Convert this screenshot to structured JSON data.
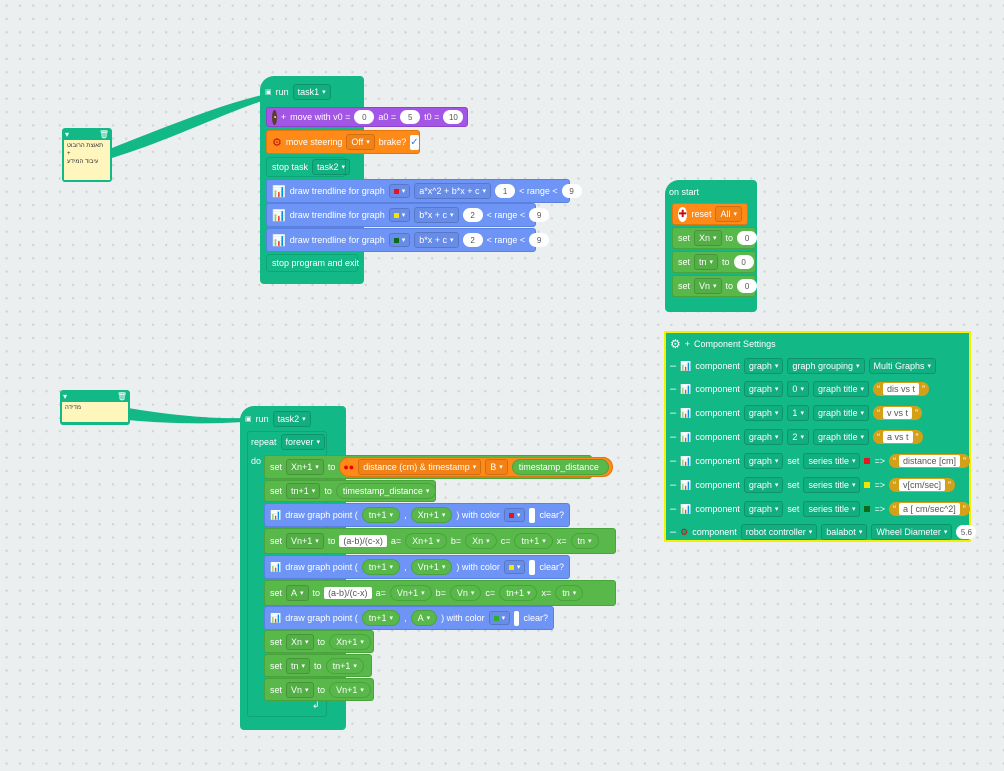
{
  "notes": [
    {
      "lines": [
        "תאוצת הרובוט",
        "+",
        "עיבוד המידע"
      ]
    },
    {
      "lines": [
        "מדידה"
      ]
    }
  ],
  "task1": {
    "run_label": "run",
    "task_name": "task1",
    "move": {
      "label": "move with v0 =",
      "v0": "0",
      "a0_label": "a0 =",
      "a0": "5",
      "t0_label": "t0 =",
      "t0": "10"
    },
    "steering": {
      "label": "move steering",
      "value": "Off",
      "brake_label": "brake?",
      "brake_checked": "✓"
    },
    "stop_task": {
      "label": "stop task",
      "value": "task2"
    },
    "trendlines": [
      {
        "label": "draw trendline for graph",
        "color": "#e8141c",
        "formula": "a*x^2 + b*x + c",
        "from": "1",
        "range_label": "< range <",
        "to": "9"
      },
      {
        "label": "draw trendline for graph",
        "color": "#f2e600",
        "formula": "b*x + c",
        "from": "2",
        "range_label": "< range <",
        "to": "9"
      },
      {
        "label": "draw trendline for graph",
        "color": "#0c6b1a",
        "formula": "b*x + c",
        "from": "2",
        "range_label": "< range <",
        "to": "9"
      }
    ],
    "stop_program": "stop program and exit"
  },
  "on_start": {
    "label": "on start",
    "reset": {
      "label": "reset",
      "value": "All"
    },
    "sets": [
      {
        "label": "set",
        "var": "Xn",
        "to": "to",
        "value": "0"
      },
      {
        "label": "set",
        "var": "tn",
        "to": "to",
        "value": "0"
      },
      {
        "label": "set",
        "var": "Vn",
        "to": "to",
        "value": "0"
      }
    ]
  },
  "component_settings": {
    "title": "Component Settings",
    "rows": [
      {
        "kw": "component",
        "comp": "graph",
        "a": "graph grouping",
        "b": "Multi Graphs"
      },
      {
        "kw": "component",
        "comp": "graph",
        "idx": "0",
        "a": "graph title",
        "str": "dis vs t"
      },
      {
        "kw": "component",
        "comp": "graph",
        "idx": "1",
        "a": "graph title",
        "str": "v vs t"
      },
      {
        "kw": "component",
        "comp": "graph",
        "idx": "2",
        "a": "graph title",
        "str": "a vs t"
      },
      {
        "kw": "component",
        "comp": "graph",
        "set": "set",
        "a": "series title",
        "color": "#e8141c",
        "arrow": "=>",
        "str": "distance [cm]"
      },
      {
        "kw": "component",
        "comp": "graph",
        "set": "set",
        "a": "series title",
        "color": "#f2e600",
        "arrow": "=>",
        "str": "v[cm/sec]"
      },
      {
        "kw": "component",
        "comp": "graph",
        "set": "set",
        "a": "series title",
        "color": "#0c6b1a",
        "arrow": "=>",
        "str": "a [ cm/sec^2]"
      },
      {
        "kw": "component",
        "comp": "robot controller",
        "a": "balabot",
        "b": "Wheel Diameter",
        "num": "5.6"
      }
    ]
  },
  "task2": {
    "run_label": "run",
    "task_name": "task2",
    "repeat": {
      "label": "repeat",
      "value": "forever"
    },
    "do_label": "do",
    "set_xn1": {
      "label": "set",
      "var": "Xn+1",
      "to": "to",
      "sensor": "distance (cm) & timestamp",
      "port": "B",
      "out": "timestamp_distance"
    },
    "set_tn1": {
      "label": "set",
      "var": "tn+1",
      "to": "to",
      "value": "timestamp_distance"
    },
    "point1": {
      "label": "draw graph point (",
      "x": "tn+1",
      "comma": ",",
      "y": "Xn+1",
      "with": ") with color",
      "color": "#e8141c",
      "clear": "clear?"
    },
    "set_vn1": {
      "label": "set",
      "var": "Vn+1",
      "to": "to",
      "formula": "(a-b)/(c-x)",
      "a_l": "a=",
      "a": "Xn+1",
      "b_l": "b=",
      "b": "Xn",
      "c_l": "c=",
      "c": "tn+1",
      "x_l": "x=",
      "x": "tn"
    },
    "point2": {
      "label": "draw graph point (",
      "x": "tn+1",
      "comma": ",",
      "y": "Vn+1",
      "with": ") with color",
      "color": "#f2e600",
      "clear": "clear?"
    },
    "set_a": {
      "label": "set",
      "var": "A",
      "to": "to",
      "formula": "(a-b)/(c-x)",
      "a_l": "a=",
      "a": "Vn+1",
      "b_l": "b=",
      "b": "Vn",
      "c_l": "c=",
      "c": "tn+1",
      "x_l": "x=",
      "x": "tn"
    },
    "point3": {
      "label": "draw graph point (",
      "x": "tn+1",
      "comma": ",",
      "y": "A",
      "with": ") with color",
      "color": "#2fae2f",
      "clear": "clear?"
    },
    "tail_sets": [
      {
        "label": "set",
        "var": "Xn",
        "to": "to",
        "value": "Xn+1"
      },
      {
        "label": "set",
        "var": "tn",
        "to": "to",
        "value": "tn+1"
      },
      {
        "label": "set",
        "var": "Vn",
        "to": "to",
        "value": "Vn+1"
      }
    ]
  }
}
